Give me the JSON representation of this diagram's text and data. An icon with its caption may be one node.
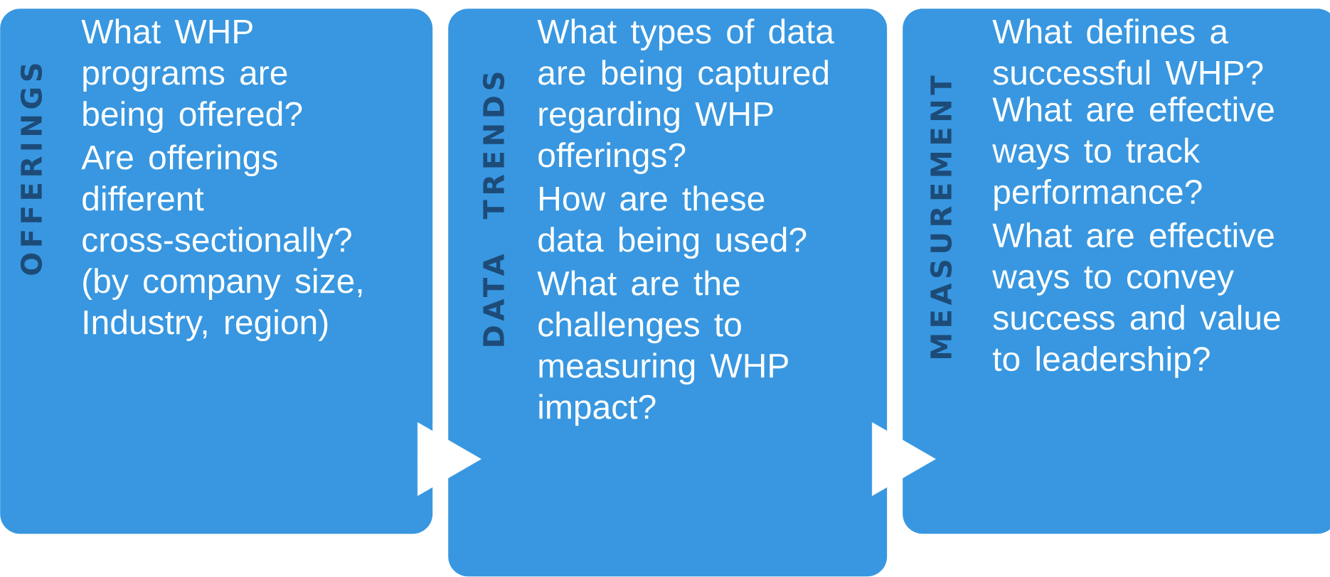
{
  "diagram": {
    "nodes": [
      {
        "text": [
          "OFFERINGS",
          "What WHP programs are being offered?",
          "Are offerings different cross-sectionally? (by company size, Industry, region)"
        ]
      },
      {
        "text": [
          "DATA TRENDS",
          "What types of data are being captured regarding WHP offerings?",
          "How are these data being used?",
          "What are the challenges to measuring WHP impact?"
        ]
      },
      {
        "text": [
          "MEASUREMENT",
          "What defines a successful WHP?",
          "What are effective ways to track performance?",
          "What are effective ways to convey success and value to leadership?"
        ]
      }
    ],
    "edges": [
      {
        "from": 0,
        "to": 1,
        "arrow": "to"
      },
      {
        "from": 1,
        "to": 2,
        "arrow": "to"
      }
    ]
  }
}
